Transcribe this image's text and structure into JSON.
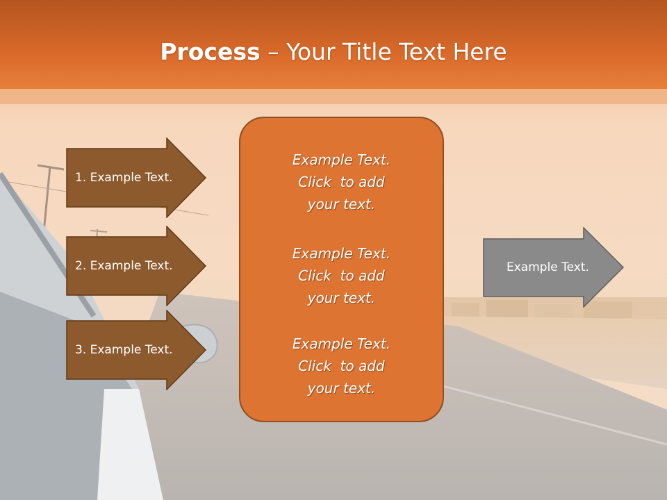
{
  "title": {
    "bold_part": "Process",
    "rest": " – Your Title Text Here"
  },
  "left_arrows": [
    {
      "label": "1. Example Text."
    },
    {
      "label": "2. Example Text."
    },
    {
      "label": "3. Example Text."
    }
  ],
  "center_box": {
    "blocks": [
      {
        "line1": "Example Text.",
        "line2": "Click  to add",
        "line3": "your text."
      },
      {
        "line1": "Example Text.",
        "line2": "Click  to add",
        "line3": "your text."
      },
      {
        "line1": "Example Text.",
        "line2": "Click  to add",
        "line3": "your text."
      }
    ]
  },
  "right_arrow": {
    "label": "Example Text."
  },
  "colors": {
    "header_orange": "#d96d2c",
    "brown_arrow": "#8d5a2e",
    "center_orange": "#de7431",
    "gray_arrow": "#8a8a8a"
  }
}
